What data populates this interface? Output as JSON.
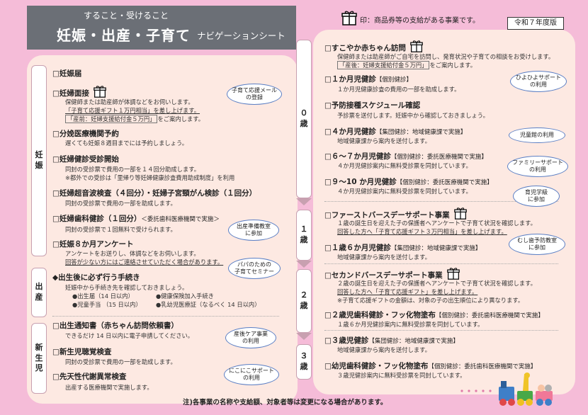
{
  "header": {
    "subtitle": "すること・受けること",
    "title": "妊娠・出産・子育て",
    "nav_label": "ナビゲーションシート"
  },
  "legend": {
    "text": "印：商品券等の支給がある事業です。"
  },
  "year_badge": "令和７年度版",
  "footer_note": "注)各事業の名称や支給額、対象者等は変更になる場合があります。",
  "stages": {
    "pregnancy": [
      "妊",
      "娠"
    ],
    "birth": [
      "出",
      "産"
    ],
    "newborn": [
      "新",
      "生",
      "児"
    ],
    "age0": [
      "０",
      "歳"
    ],
    "age1": [
      "１",
      "歳"
    ],
    "age2": [
      "２",
      "歳"
    ],
    "age3": [
      "３",
      "歳"
    ]
  },
  "left_items": {
    "i1": {
      "title": "□妊娠届"
    },
    "i2": {
      "title": "□妊婦面接",
      "d1": "保健師または助産師が体調などをお伺いします。",
      "d2": "「子育て応援ギフト１万円相当」を差し上げます。",
      "d3": "「産前：妊婦支援給付金５万円」",
      "d3b": "をご案内します。"
    },
    "i3": {
      "title": "□分娩医療機関予約",
      "d1": "遅くても妊娠８週目までには予約しましょう。"
    },
    "i4": {
      "title": "□妊婦健診受診開始",
      "d1": "同封の受診票で費用の一部を１４回分助成します。",
      "d2": "※都外での受診は「里帰り等妊婦健康診査費用助成制度」を利用"
    },
    "i5": {
      "title": "□妊婦超音波検査（４回分）・妊婦子宮頸がん検診（１回分）",
      "d1": "同封の受診票で費用の一部を助成します。"
    },
    "i6": {
      "title": "□妊婦歯科健診（１回分）",
      "tag": "＜委託歯科医療機関で実施＞",
      "d1": "同封の受診票で１回無料で受けられます。"
    },
    "i7": {
      "title": "□妊娠８か月アンケート",
      "d1": "アンケートをお送りし、体調などをお伺いします。",
      "d2": "回答が少ない方にはご連絡させていただく場合があります。"
    },
    "i8": {
      "title": "◆出生後に必ず行う手続き",
      "d1": "妊娠中から手続き先を確認しておきましょう。",
      "d2a": "●出生届（14 日以内）",
      "d2b": "●健康保険加入手続き",
      "d3a": "●児童手当 （15 日以内）",
      "d3b": "●乳幼児医療証（なるべく 14 日以内）"
    },
    "i9": {
      "title": "□出生通知書（赤ちゃん訪問依頼書）",
      "d1": "できるだけ 14 日以内に電子申請してください。"
    },
    "i10": {
      "title": "□新生児聴覚検査",
      "d1": "同封の受診票で費用の一部を助成します。"
    },
    "i11": {
      "title": "□先天性代謝異常検査",
      "d1": "出産する医療機関で実施します。"
    }
  },
  "right_items": {
    "r1": {
      "title": "□すこやか赤ちゃん訪問",
      "d1": "保健師または助産師がご自宅を訪問し、発育状況や子育ての相談をお受けします。",
      "d2": "「産後：妊婦支援給付金５万円」",
      "d2b": "をご案内します。"
    },
    "r2": {
      "title": "□１か月児健診",
      "tag": "【個別健診】",
      "d1": "１か月児健康診査の費用の一部を助成します。"
    },
    "r3": {
      "title": "□予防接種スケジュール確認",
      "d1": "予診票を送付します。妊娠中から確認しておきましょう。"
    },
    "r4": {
      "title": "□４か月児健診",
      "tag": "【集団健診：地域健康課で実施】",
      "d1": "地域健康課から案内を送付します。"
    },
    "r5": {
      "title": "□６～７か月児健診",
      "tag": "【個別健診：委託医療機関で実施】",
      "d1": "４か月児健診案内に無料受診票を同封しています。"
    },
    "r6": {
      "title": "□９～10 か月児健診",
      "tag": "【個別健診：委託医療機関で実施】",
      "d1": "４か月児健診案内に無料受診票を同封しています。"
    },
    "r7": {
      "title": "□ファーストバースデーサポート事業",
      "d1": "１歳の誕生日を迎えた子の保護者へアンケートで子育て状況を確認します。",
      "d2": "回答した方へ「子育て応援ギフト３万円相当」を差し上げます。"
    },
    "r8": {
      "title": "□１歳６か月児健診",
      "tag": "【集団健診：地域健康課で実施】",
      "d1": "地域健康課から案内を送付します。"
    },
    "r9": {
      "title": "□セカンドバースデーサポート事業",
      "d1": "２歳の誕生日を迎えた子の保護者へアンケートで子育て状況を確認します。",
      "d2": "回答した方へ「子育て応援ギフト」を差し上げます。",
      "d3": "※子育て応援ギフトの金額は、対象の子の出生順位により異なります。"
    },
    "r10": {
      "title": "□２歳児歯科健診・フッ化物塗布",
      "tag": "【個別健診：委託歯科医療機関で実施】",
      "d1": "１歳６か月児健診案内に無料受診票を同封しています。"
    },
    "r11": {
      "title": "□３歳児健診",
      "tag": "【集団健診：地域健康課で実施】",
      "d1": "地域健康課から案内を送付します。"
    },
    "r12": {
      "title": "□幼児歯科健診・フッ化物塗布",
      "tag": "【個別健診：委託歯科医療機関で実施】",
      "d1": "３歳児健診案内に無料受診票を同封しています。"
    }
  },
  "bubbles": {
    "b1": [
      "子育て応援メール",
      "の登録"
    ],
    "b2": [
      "出産準備教室",
      "に参加"
    ],
    "b3": [
      "パパのための",
      "子育てセミナー"
    ],
    "b4": [
      "産後ケア事業",
      "の利用"
    ],
    "b5": [
      "にこにこサポート",
      "の利用"
    ],
    "b6": [
      "ひよひよサポート",
      "の利用"
    ],
    "b7": [
      "児童館の利用"
    ],
    "b8": [
      "ファミリーサポート",
      "の利用"
    ],
    "b9": [
      "育児学級",
      "に参加"
    ],
    "b10": [
      "むし歯予防教室",
      "に参加"
    ]
  },
  "colors": {
    "background": "#f5bcd8",
    "panel": "#fde9e2",
    "header": "#6b6f76",
    "bubble_border": "#5b7fc4"
  },
  "icons": [
    "gift-icon",
    "toy-train-illustration"
  ]
}
